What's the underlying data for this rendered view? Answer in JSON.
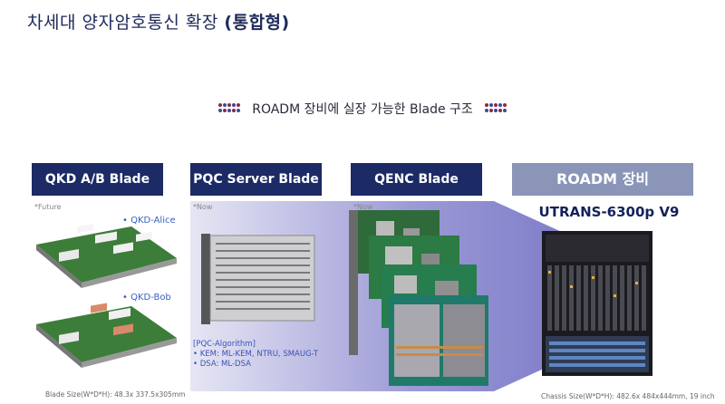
{
  "page": {
    "title_main": "차세대 양자암호통신 확장 ",
    "title_bold": "(통합형)",
    "subtitle": "ROADM 장비에 실장 가능한 Blade 구조"
  },
  "columns": {
    "qkd": {
      "header": "QKD A/B Blade",
      "note": "*Future",
      "alice": "• QKD-Alice",
      "bob": "• QKD-Bob"
    },
    "pqc": {
      "header": "PQC Server Blade",
      "note": "*Now",
      "algo_title": "[PQC-Algorithm]",
      "algo_items": [
        "KEM: ML-KEM, NTRU, SMAUG-T",
        "DSA: ML-DSA"
      ]
    },
    "qenc": {
      "header": "QENC Blade",
      "note": "*Now"
    },
    "roadm": {
      "header": "ROADM 장비",
      "model": "UTRANS-6300p V9"
    }
  },
  "footer": {
    "blade_size": "Blade Size(W*D*H): 48.3x 337.5x305mm",
    "chassis_size": "Chassis Size(W*D*H): 482.6x 484x444mm, 19 inch"
  },
  "colors": {
    "header_dark": "#1c2a66",
    "header_light": "#8a95b8",
    "band_purple": "#7d7cc8",
    "accent_blue": "#3a5fc7"
  }
}
